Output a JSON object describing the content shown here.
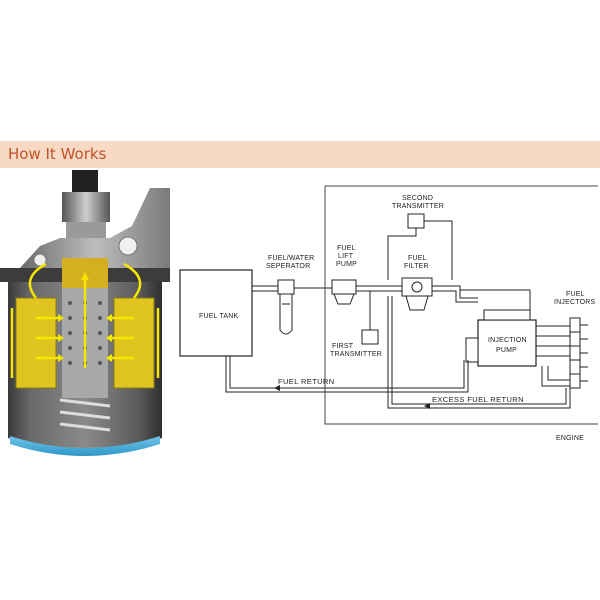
{
  "banner": {
    "title": "How It Works",
    "text_color": "#c0532a",
    "background": "#f8d9c4"
  },
  "cutaway": {
    "icon": "fuel-filter-cutaway-icon",
    "flow_color": "#f5e600",
    "housing_color": "#e0c520"
  },
  "diagram": {
    "labels": {
      "fuel_tank": "FUEL TANK",
      "separator_1": "FUEL/WATER",
      "separator_2": "SEPERATOR",
      "lift_pump_1": "FUEL",
      "lift_pump_2": "LIFT",
      "lift_pump_3": "PUMP",
      "fuel_filter_1": "FUEL",
      "fuel_filter_2": "FILTER",
      "second_transmitter_1": "SECOND",
      "second_transmitter_2": "TRANSMITTER",
      "first_transmitter_1": "FIRST",
      "first_transmitter_2": "TRANSMITTER",
      "injection_pump_1": "INJECTION",
      "injection_pump_2": "PUMP",
      "fuel_injectors_1": "FUEL",
      "fuel_injectors_2": "INJECTORS",
      "fuel_return": "FUEL  RETURN",
      "excess_fuel_return": "EXCESS  FUEL  RETURN",
      "engine": "ENGINE"
    }
  }
}
